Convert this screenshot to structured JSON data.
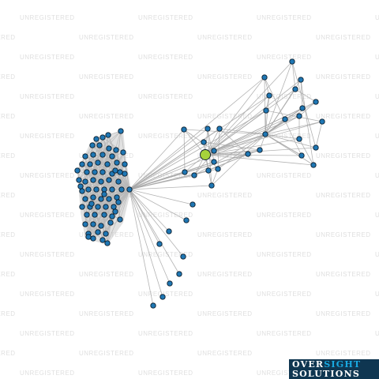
{
  "watermark": {
    "text": "UNREGISTERED"
  },
  "graph": {
    "colors": {
      "edge": "#a6a6a6",
      "node_fill": "#1f77b4",
      "node_stroke": "#0b1c2a",
      "highlight_fill": "#a6d33b",
      "hub_cluster_fill": "#c8c8c8"
    },
    "highlighted_node": "focus-entity"
  },
  "logo": {
    "line1_a": "OVER",
    "line1_b": "SIGHT",
    "line2": "SOLUTIONS",
    "colors": {
      "background": "#0f3651",
      "text": "#ffffff",
      "accent": "#18a9e1"
    }
  }
}
